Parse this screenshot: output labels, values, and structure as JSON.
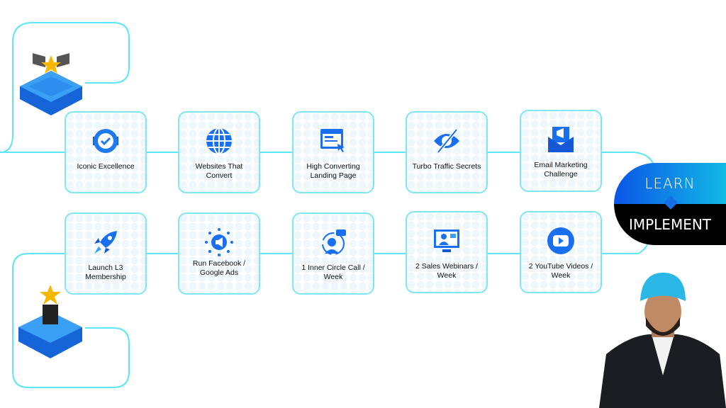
{
  "row1": [
    {
      "label": "Iconic Excellence",
      "icon": "badge-check-icon"
    },
    {
      "label": "Websites That Convert",
      "icon": "globe-icon"
    },
    {
      "label": "High Converting Landing Page",
      "icon": "browser-cursor-icon"
    },
    {
      "label": "Turbo Traffic Secrets",
      "icon": "eye-slash-icon"
    },
    {
      "label": "Email Marketing Challenge",
      "icon": "envelope-megaphone-icon"
    }
  ],
  "row2": [
    {
      "label": "Launch L3 Membership",
      "icon": "rocket-icon"
    },
    {
      "label": "Run Facebook / Google Ads",
      "icon": "megaphone-network-icon"
    },
    {
      "label": "1 Inner Circle Call / Week",
      "icon": "support-call-icon"
    },
    {
      "label": "2 Sales Webinars / Week",
      "icon": "webinar-icon"
    },
    {
      "label": "2 YouTube Videos / Week",
      "icon": "youtube-icon"
    }
  ],
  "badge": {
    "top": "LEARN",
    "bottom": "IMPLEMENT"
  },
  "colors": {
    "line": "#5ee6f7",
    "accent": "#1570e8"
  }
}
